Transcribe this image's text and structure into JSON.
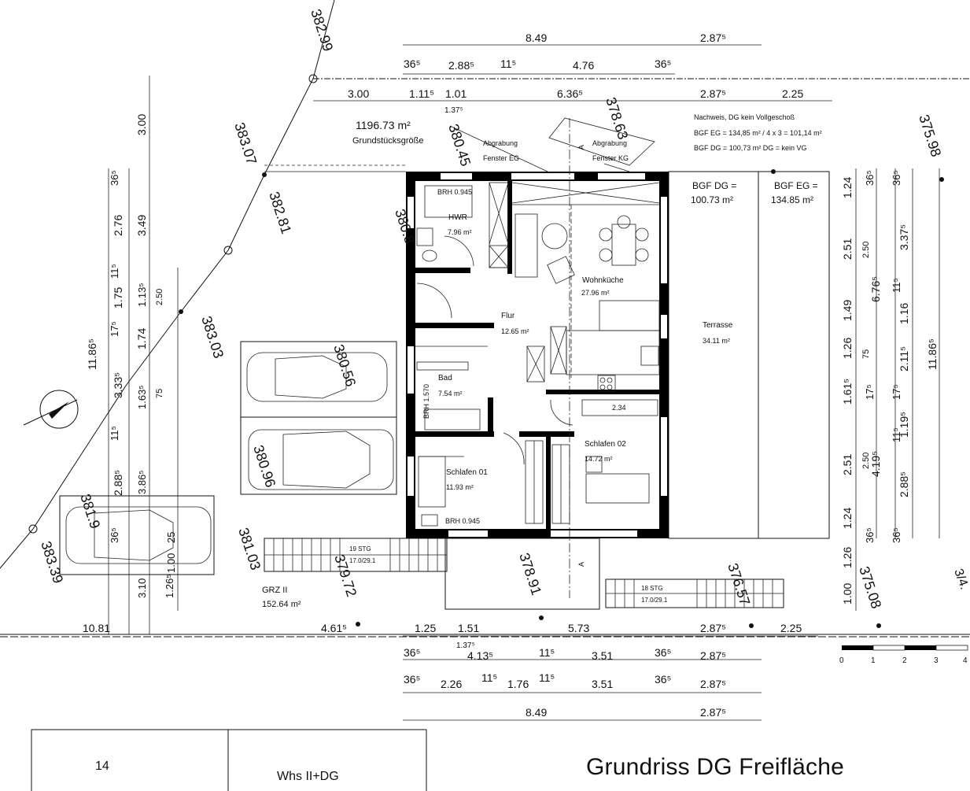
{
  "title": "Grundriss DG Freifläche",
  "title_block": {
    "number": "14",
    "type": "Whs II+DG"
  },
  "plot": {
    "area": "1196.73 m²",
    "area_label": "Grundstücksgröße"
  },
  "grz": {
    "label": "GRZ II",
    "value": "152.64 m²"
  },
  "nachweis": [
    "Nachweis, DG kein Vollgeschoß",
    "BGF EG = 134,85 m² / 4 x 3 = 101,14 m²",
    "BGF DG = 100,73 m² DG = kein VG"
  ],
  "bgf_dg": {
    "label": "BGF DG =",
    "value": "100.73 m²"
  },
  "bgf_eg": {
    "label": "BGF EG =",
    "value": "134.85 m²"
  },
  "rooms": [
    {
      "name": "HWR",
      "area": "7.96 m²"
    },
    {
      "name": "Wohnküche",
      "area": "27.96 m²"
    },
    {
      "name": "Flur",
      "area": "12.65 m²"
    },
    {
      "name": "Bad",
      "area": "7.54 m²"
    },
    {
      "name": "Schlafen 01",
      "area": "11.93 m²"
    },
    {
      "name": "Schlafen 02",
      "area": "14.72 m²"
    },
    {
      "name": "Terrasse",
      "area": "34.11 m²"
    }
  ],
  "notes": {
    "brh_hwr": "BRH 0.945",
    "brh_s01": "BRH 0.945",
    "brh_bad": "BRH 1.570",
    "abgrabung_eg": [
      "Abgrabung",
      "Fenster EG"
    ],
    "abgrabung_kg": [
      "Abgrabung",
      "Fenster KG"
    ],
    "stairs_left": [
      "19 STG",
      "17.0/29.1"
    ],
    "stairs_right": [
      "18 STG",
      "17.0/29.1"
    ],
    "wardrobe": "2.34",
    "section_mark": "A"
  },
  "elevations": [
    "382.99",
    "383.07",
    "382.81",
    "383.03",
    "383.39",
    "380.45",
    "378.63",
    "375.98",
    "380.56",
    "380.96",
    "381.03",
    "379.72",
    "378.91",
    "376.57",
    "375.08",
    "381.9",
    "380.8"
  ],
  "dims_top": {
    "row1": [
      "8.49",
      "2.87⁵"
    ],
    "row2": [
      "36⁵",
      "2.88⁵",
      "11⁵",
      "4.76",
      "36⁵"
    ],
    "row3": [
      "3.00",
      "1.11⁵",
      "1.01",
      "6.36⁵",
      "2.87⁵",
      "2.25"
    ],
    "sub": "1.37⁵"
  },
  "dims_bottom": {
    "row1": [
      "10.81",
      "4.61⁵",
      "1.25",
      "1.51",
      "5.73",
      "2.87⁵",
      "2.25"
    ],
    "sub": "1.37⁵",
    "row2": [
      "36⁵",
      "4.13⁵",
      "11⁵",
      "3.51",
      "36⁵",
      "2.87⁵"
    ],
    "row3": [
      "36⁵",
      "2.26",
      "11⁵",
      "1.76",
      "11⁵",
      "3.51",
      "36⁵",
      "2.87⁵"
    ],
    "row4": [
      "8.49",
      "2.87⁵"
    ]
  },
  "dims_left": {
    "c1": [
      "11.86⁵"
    ],
    "c2": [
      "36⁵",
      "2.76",
      "11⁵",
      "1.75",
      "17⁵",
      "3.33⁵",
      "11⁵",
      "2.88⁵",
      "36⁵"
    ],
    "c3": [
      "3.00",
      "3.49",
      "1.13⁵",
      "1.74",
      "1.63⁵",
      "3.86⁵",
      "1.26⁵",
      "3.10"
    ],
    "c4": [
      "2.50",
      "75",
      "1.00",
      "25"
    ]
  },
  "dims_right": {
    "c1": [
      "1.24",
      "2.51",
      "1.49",
      "1.26",
      "1.61⁵",
      "2.51",
      "1.24",
      "1.26",
      "1.00"
    ],
    "c2": [
      "36⁵",
      "2.50",
      "75",
      "17⁵",
      "2.50",
      "36⁵"
    ],
    "c3": [
      "36⁵",
      "3.37⁵",
      "6.76⁵",
      "1.16",
      "11⁵",
      "2.11⁵",
      "1.19⁵",
      "17⁵",
      "4.19⁵",
      "11⁵",
      "2.88⁵",
      "36⁵"
    ],
    "c4": [
      "11.86⁵"
    ]
  },
  "scale": [
    "0",
    "1",
    "2",
    "3",
    "4"
  ],
  "edge_text": "3/4."
}
